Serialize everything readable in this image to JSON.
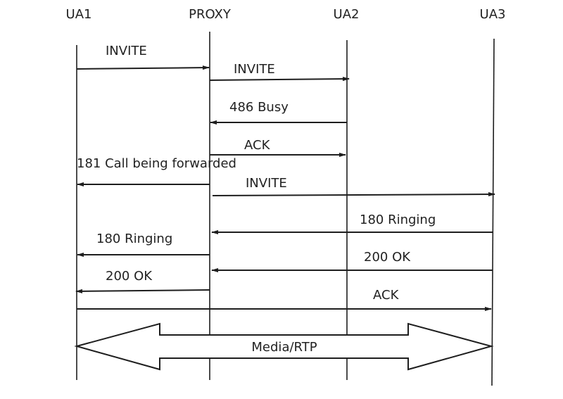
{
  "diagram": {
    "type": "sip-call-flow",
    "participants": [
      {
        "id": "ua1",
        "label": "UA1"
      },
      {
        "id": "proxy",
        "label": "PROXY"
      },
      {
        "id": "ua2",
        "label": "UA2"
      },
      {
        "id": "ua3",
        "label": "UA3"
      }
    ],
    "messages": [
      {
        "label": "INVITE",
        "from": "ua1",
        "to": "proxy"
      },
      {
        "label": "INVITE",
        "from": "proxy",
        "to": "ua2"
      },
      {
        "label": "486 Busy",
        "from": "ua2",
        "to": "proxy"
      },
      {
        "label": "ACK",
        "from": "proxy",
        "to": "ua2"
      },
      {
        "label": "181 Call being forwarded",
        "from": "proxy",
        "to": "ua1"
      },
      {
        "label": "INVITE",
        "from": "proxy",
        "to": "ua3"
      },
      {
        "label": "180 Ringing",
        "from": "ua3",
        "to": "proxy"
      },
      {
        "label": "180 Ringing",
        "from": "proxy",
        "to": "ua1"
      },
      {
        "label": "200 OK",
        "from": "ua3",
        "to": "proxy"
      },
      {
        "label": "200 OK",
        "from": "proxy",
        "to": "ua1"
      },
      {
        "label": "ACK",
        "from": "ua1",
        "to": "ua3"
      }
    ],
    "media": {
      "label": "Media/RTP",
      "between": [
        "ua1",
        "ua3"
      ],
      "direction": "bidirectional"
    }
  }
}
